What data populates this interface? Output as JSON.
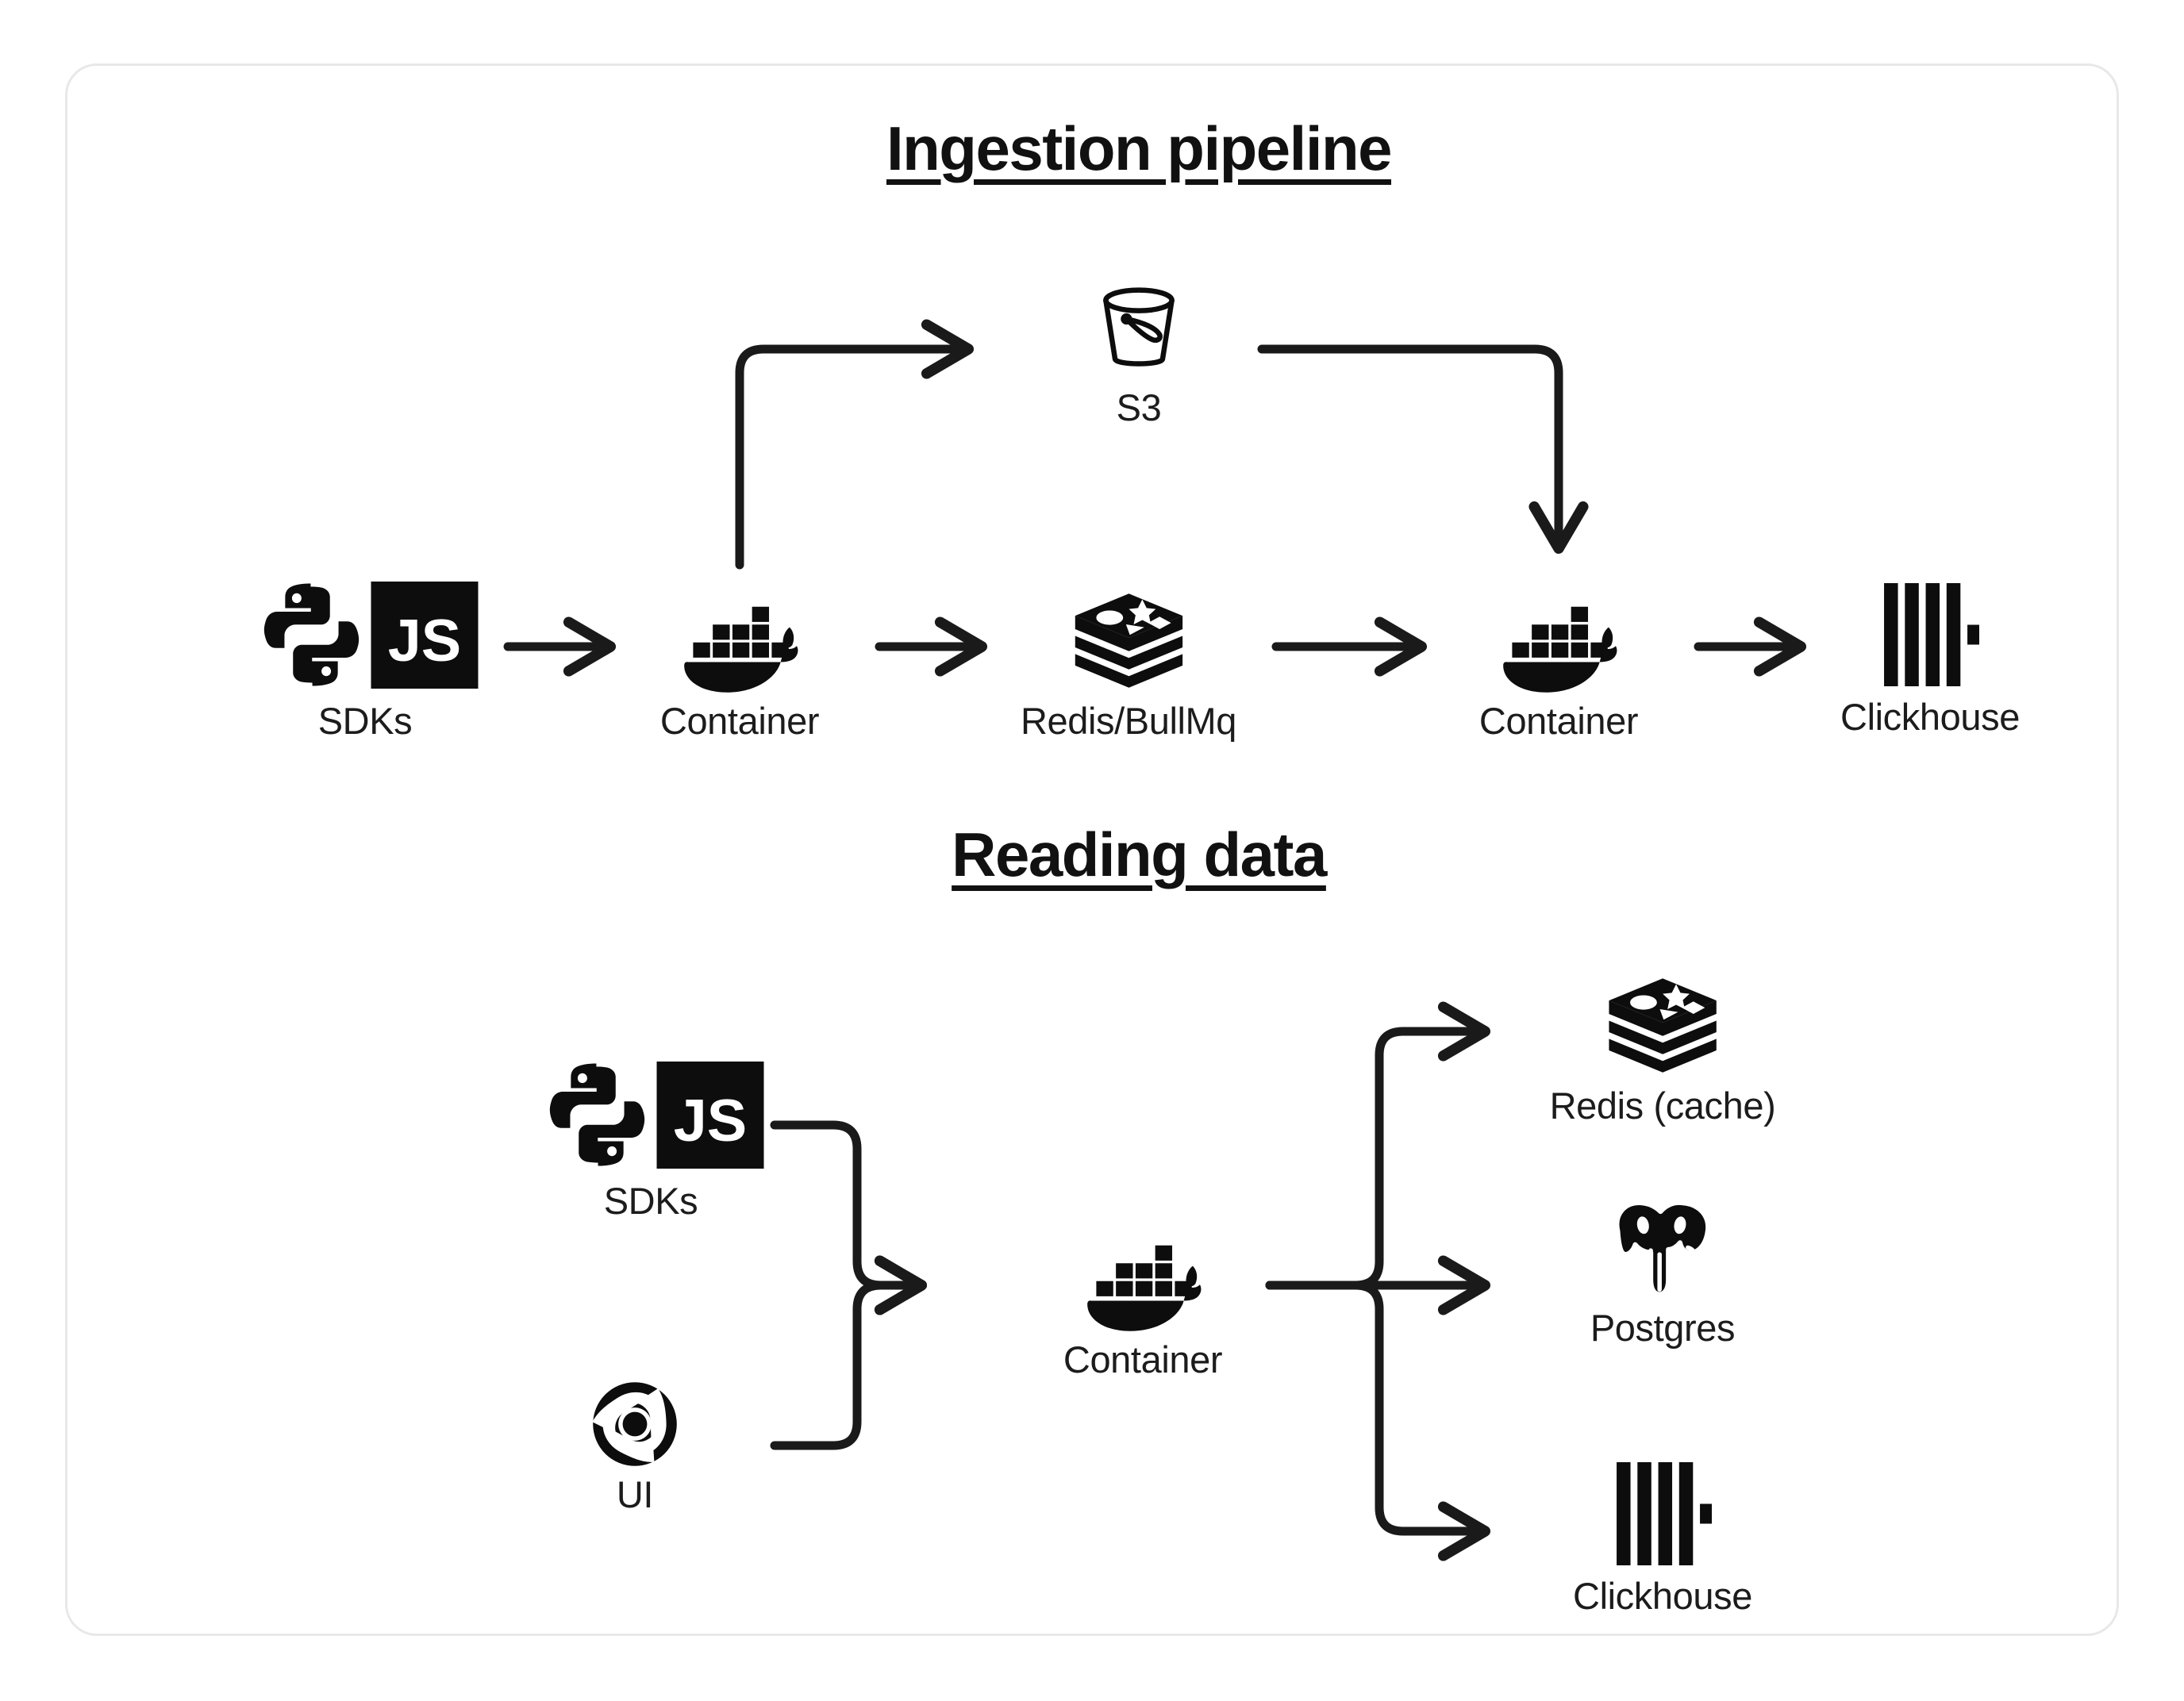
{
  "card": {
    "background": "#ffffff",
    "border_color": "#e8e8e8"
  },
  "theme": {
    "ink": "#111111",
    "label_color": "#1c1c1c",
    "arrow_color": "#1a1a1a"
  },
  "sections": [
    {
      "id": "ingestion",
      "title": "Ingestion pipeline",
      "nodes": [
        {
          "id": "sdks-1",
          "label": "SDKs",
          "icons": [
            "python-icon",
            "javascript-icon"
          ]
        },
        {
          "id": "container-1",
          "label": "Container",
          "icons": [
            "docker-icon"
          ]
        },
        {
          "id": "s3",
          "label": "S3",
          "icons": [
            "bucket-icon"
          ]
        },
        {
          "id": "redis-bullmq",
          "label": "Redis/BullMq",
          "icons": [
            "redis-icon"
          ]
        },
        {
          "id": "container-2",
          "label": "Container",
          "icons": [
            "docker-icon"
          ]
        },
        {
          "id": "clickhouse-1",
          "label": "Clickhouse",
          "icons": [
            "clickhouse-icon"
          ]
        }
      ],
      "edges": [
        {
          "from": "sdks-1",
          "to": "container-1",
          "style": "straight-right"
        },
        {
          "from": "container-1",
          "to": "s3",
          "style": "up-then-right"
        },
        {
          "from": "container-1",
          "to": "redis-bullmq",
          "style": "straight-right"
        },
        {
          "from": "s3",
          "to": "container-2",
          "style": "right-then-down"
        },
        {
          "from": "redis-bullmq",
          "to": "container-2",
          "style": "straight-right"
        },
        {
          "from": "container-2",
          "to": "clickhouse-1",
          "style": "straight-right"
        }
      ]
    },
    {
      "id": "reading",
      "title": "Reading data",
      "nodes": [
        {
          "id": "sdks-2",
          "label": "SDKs",
          "icons": [
            "python-icon",
            "javascript-icon"
          ]
        },
        {
          "id": "ui",
          "label": "UI",
          "icons": [
            "chrome-icon"
          ]
        },
        {
          "id": "container-3",
          "label": "Container",
          "icons": [
            "docker-icon"
          ]
        },
        {
          "id": "redis-cache",
          "label": "Redis (cache)",
          "icons": [
            "redis-icon"
          ]
        },
        {
          "id": "postgres",
          "label": "Postgres",
          "icons": [
            "postgres-icon"
          ]
        },
        {
          "id": "clickhouse-2",
          "label": "Clickhouse",
          "icons": [
            "clickhouse-icon"
          ]
        }
      ],
      "edges": [
        {
          "from": "sdks-2",
          "to": "container-3",
          "style": "merge-down"
        },
        {
          "from": "ui",
          "to": "container-3",
          "style": "merge-up"
        },
        {
          "from": "container-3",
          "to": "redis-cache",
          "style": "split-up"
        },
        {
          "from": "container-3",
          "to": "postgres",
          "style": "straight-right"
        },
        {
          "from": "container-3",
          "to": "clickhouse-2",
          "style": "split-down"
        }
      ]
    }
  ],
  "icon_text": {
    "javascript": "JS"
  }
}
